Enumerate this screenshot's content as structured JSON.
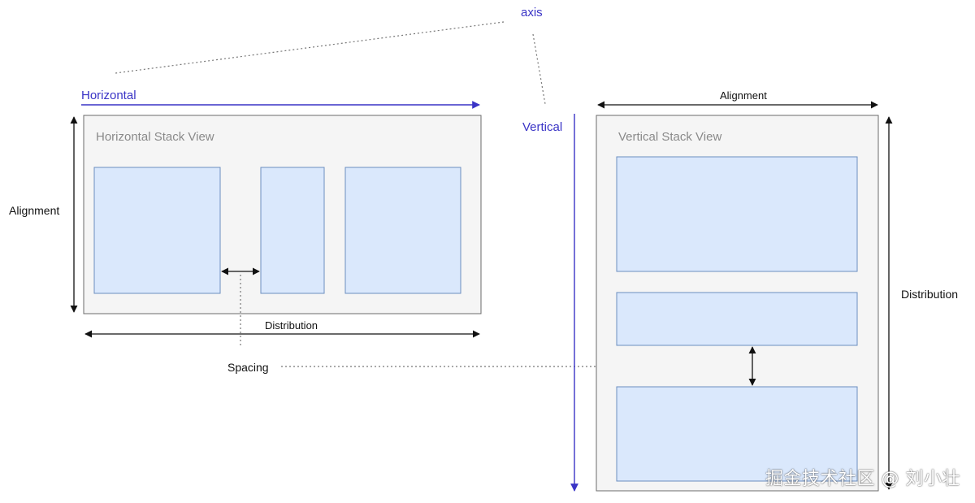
{
  "colors": {
    "axis_blue": "#3a34c6",
    "container_fill": "#f5f5f5",
    "container_stroke": "#6b6b6b",
    "item_fill": "#dae8fc",
    "item_stroke": "#6c8ebf",
    "arrow_black": "#111111",
    "dotted": "#777777"
  },
  "labels": {
    "axis": "axis",
    "horizontal": "Horizontal",
    "vertical": "Vertical",
    "horizontal_stack_view": "Horizontal Stack View",
    "vertical_stack_view": "Vertical Stack View",
    "alignment_left": "Alignment",
    "alignment_top": "Alignment",
    "distribution_bottom": "Distribution",
    "distribution_right": "Distribution",
    "spacing": "Spacing"
  },
  "watermark": "掘金技术社区 @ 刘小壮"
}
